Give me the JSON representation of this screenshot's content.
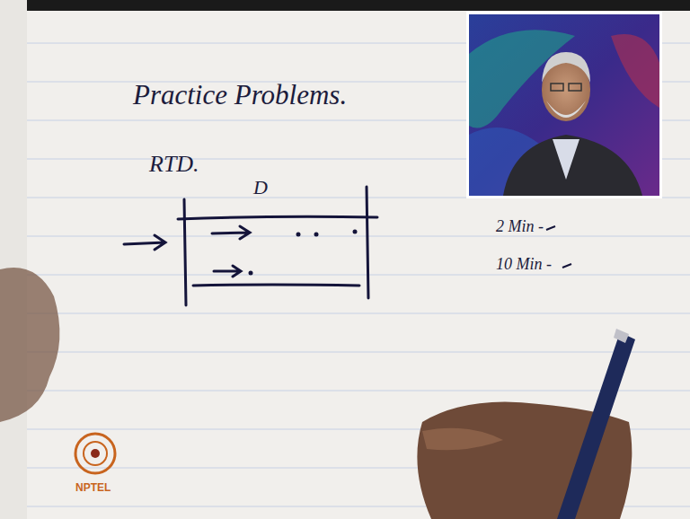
{
  "diagram": {
    "title": "Practice Problems.",
    "labels": [
      "RTD.",
      "D",
      "2 Min -",
      "10 Min -",
      "NPTEL"
    ]
  }
}
